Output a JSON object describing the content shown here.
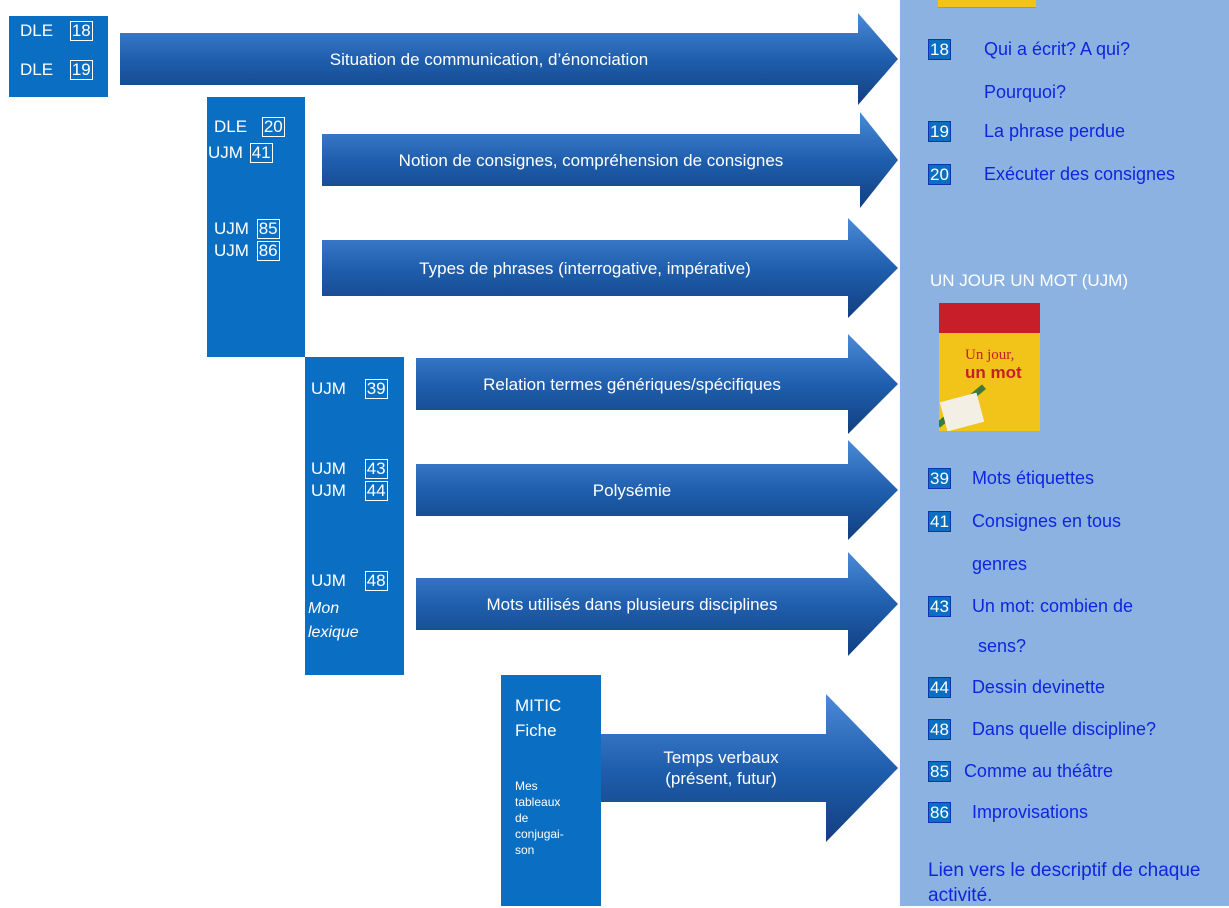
{
  "left_boxes": [
    {
      "rows": [
        {
          "prefix": "DLE",
          "num": "18"
        },
        {
          "prefix": "DLE",
          "num": "19"
        }
      ]
    },
    {
      "rows": [
        {
          "prefix": "DLE",
          "num": "20"
        },
        {
          "prefix": "UJM",
          "num": "41"
        },
        {
          "prefix": "UJM",
          "num": "85"
        },
        {
          "prefix": "UJM",
          "num": "86"
        }
      ]
    },
    {
      "rows": [
        {
          "prefix": "UJM",
          "num": "39"
        },
        {
          "prefix": "UJM",
          "num": "43"
        },
        {
          "prefix": "UJM",
          "num": "44"
        },
        {
          "prefix": "UJM",
          "num": "48"
        }
      ],
      "note": "Mon lexique"
    },
    {
      "title1": "MITIC",
      "title2": "Fiche",
      "small": [
        "Mes",
        "tableaux",
        "de",
        "conjugai-",
        "son"
      ]
    }
  ],
  "arrows": [
    "Situation de communication, d’énonciation",
    "Notion de consignes, compréhension de consignes",
    "Types de phrases (interrogative, impérative)",
    "Relation termes génériques/spécifiques",
    "Polysémie",
    "Mots utilisés dans plusieurs disciplines",
    "Temps verbaux (présent, futur)"
  ],
  "sidebar": {
    "dle_items": [
      {
        "num": "18",
        "text": "Qui a écrit? A qui?",
        "cont": "Pourquoi?"
      },
      {
        "num": "19",
        "text": "La phrase perdue"
      },
      {
        "num": "20",
        "text": "Exécuter des consignes"
      }
    ],
    "ujm_heading": "UN JOUR UN MOT (UJM)",
    "book_title_1": "Un jour,",
    "book_title_2": "un mot",
    "ujm_items": [
      {
        "num": "39",
        "text": "Mots étiquettes"
      },
      {
        "num": "41",
        "text": "Consignes en tous",
        "cont": "genres"
      },
      {
        "num": "43",
        "text": "Un mot: combien de",
        "cont": "sens?"
      },
      {
        "num": "44",
        "text": "Dessin devinette"
      },
      {
        "num": "48",
        "text": "Dans quelle discipline?"
      },
      {
        "num": "85",
        "text": "Comme au théâtre"
      },
      {
        "num": "86",
        "text": "Improvisations"
      }
    ],
    "link": "Lien vers le descriptif de chaque activité."
  },
  "colors": {
    "box": "#0a6fc2",
    "arrow": "#1a5fb0",
    "sidebar": "#8bb2e0",
    "link": "#1024e0"
  }
}
